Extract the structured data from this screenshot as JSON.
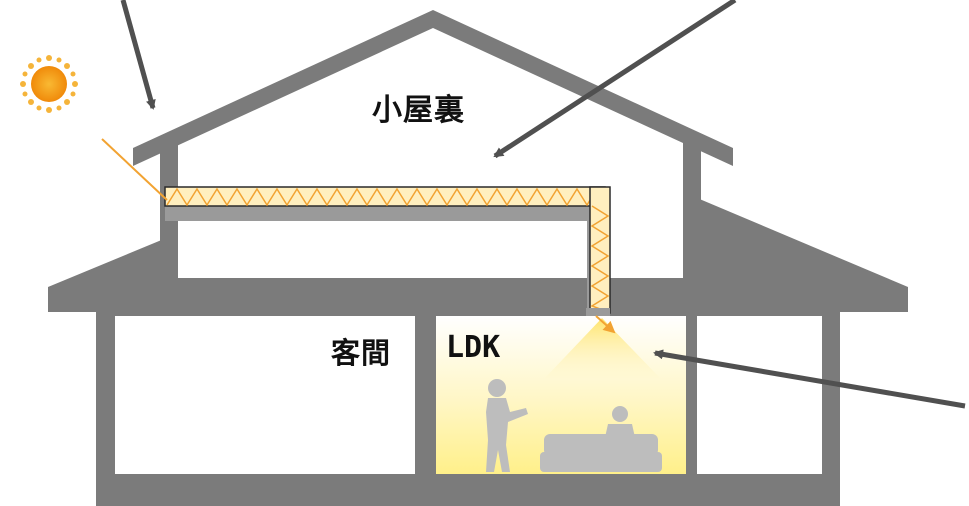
{
  "labels": {
    "attic": "小屋裏",
    "guest_room": "客間",
    "ldk": "LDK"
  },
  "colors": {
    "house": "#7b7b7b",
    "interior": "#ffffff",
    "duct_fill": "#ffefbf",
    "duct_pattern": "#f2a332",
    "duct_pipe": "#9a9a9a",
    "sun_core": "#f7a21a",
    "sun_rays": "#f5b43a",
    "pointer_arrow": "#505050",
    "airflow_arrow": "#f2a332",
    "warm_light": "#fff3a6",
    "figures": "#bdbdbd"
  },
  "icons": [
    "sun-icon",
    "person-standing-icon",
    "person-sitting-icon",
    "sofa-icon"
  ]
}
